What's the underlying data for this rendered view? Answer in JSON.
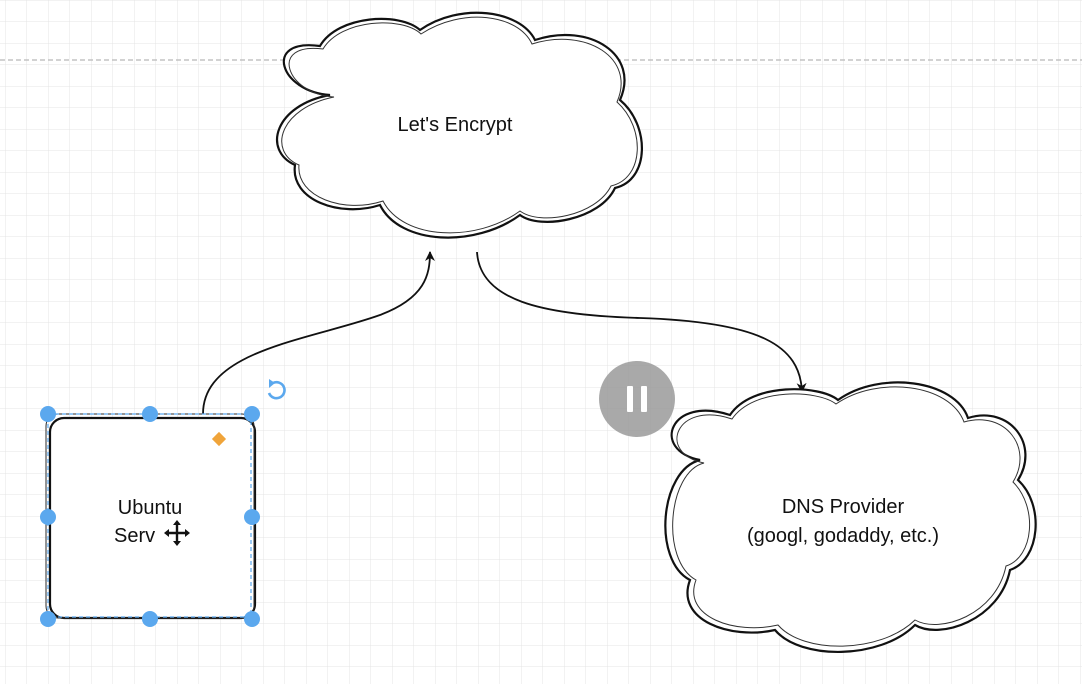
{
  "diagram": {
    "nodes": {
      "lets_encrypt": {
        "label": "Let's Encrypt"
      },
      "dns_provider": {
        "line1": "DNS Provider",
        "line2": "(googl, godaddy, etc.)"
      },
      "ubuntu_server": {
        "line1": "Ubuntu",
        "line2": "Serv"
      }
    },
    "edges": [
      {
        "from": "ubuntu_server",
        "to": "lets_encrypt"
      },
      {
        "from": "lets_encrypt",
        "to": "dns_provider"
      }
    ]
  },
  "colors": {
    "grid": "#e4e4e4",
    "stroke": "#111111",
    "selection_handle": "#5ba8ee",
    "geometry_handle": "#f0a43a",
    "pause_overlay": "#9a9a9a"
  },
  "icons": {
    "rotate": "rotate-icon",
    "move": "move-cursor-icon",
    "pause": "pause-icon"
  }
}
